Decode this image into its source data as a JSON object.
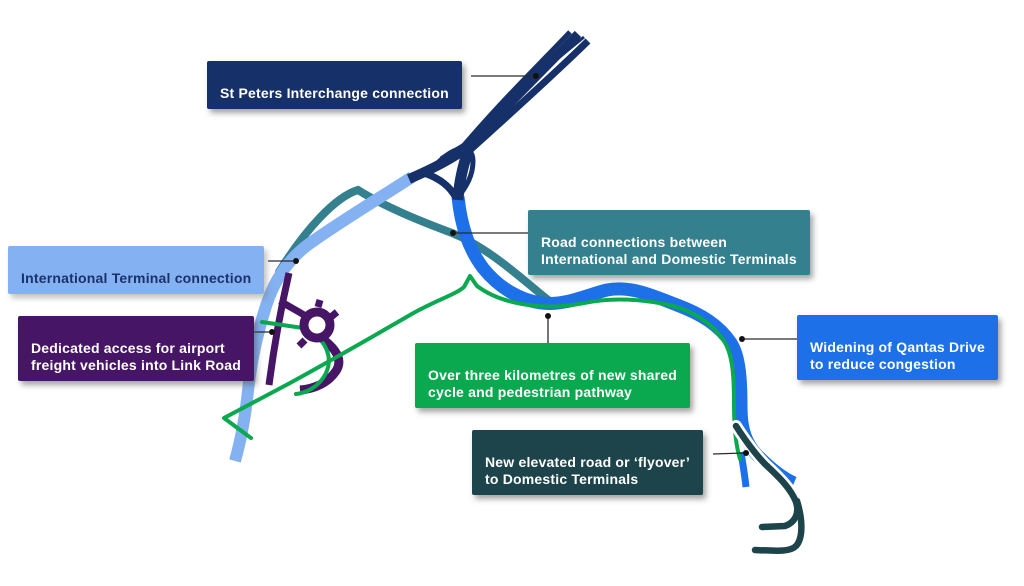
{
  "diagram": {
    "background": "#ffffff",
    "description_of_view": "Schematic map of airport road upgrade projects with labelled callouts"
  },
  "road_colors": {
    "st_peters_navy": "#16306a",
    "international_light_blue": "#84b1f1",
    "terminal_link_teal": "#34808f",
    "qantas_drive_blue": "#1d70e8",
    "pathway_green": "#0aa84f",
    "freight_purple": "#471566",
    "flyover_dark_slate": "#1d444a",
    "leader_line": "#2b2b2b"
  },
  "callouts": [
    {
      "id": "st-peters",
      "label": "St Peters Interchange connection",
      "bg": "#16306a",
      "fg": "#ffffff"
    },
    {
      "id": "terminal-link",
      "label": "Road connections between\nInternational and Domestic Terminals",
      "bg": "#34808f",
      "fg": "#ffffff"
    },
    {
      "id": "international",
      "label": "International Terminal connection",
      "bg": "#84b1f1",
      "fg": "#1b316c"
    },
    {
      "id": "freight",
      "label": "Dedicated access for airport\nfreight vehicles into Link Road",
      "bg": "#471566",
      "fg": "#ffffff"
    },
    {
      "id": "pathway",
      "label": "Over three kilometres of new shared\ncycle and pedestrian pathway",
      "bg": "#0aa84f",
      "fg": "#ffffff"
    },
    {
      "id": "qantas-drive",
      "label": "Widening of Qantas Drive\nto reduce congestion",
      "bg": "#1d70e8",
      "fg": "#ffffff"
    },
    {
      "id": "flyover",
      "label": "New elevated road or ‘flyover’\nto Domestic Terminals",
      "bg": "#1d444a",
      "fg": "#ffffff"
    }
  ]
}
